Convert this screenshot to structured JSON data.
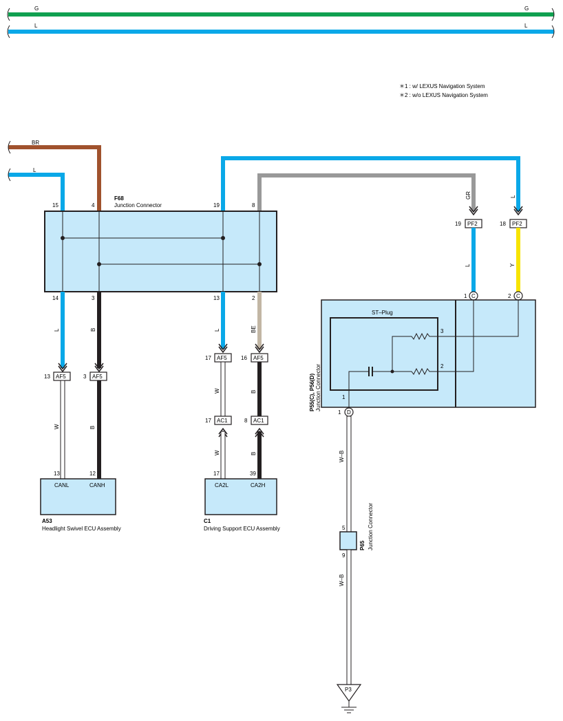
{
  "notes": {
    "note1": "＊1 : w/ LEXUS Navigation System",
    "note2": "＊2 : w/o LEXUS Navigation System"
  },
  "bus": {
    "g_left": "G",
    "g_right": "G",
    "l_left": "L",
    "l_right": "L"
  },
  "wire_labels": {
    "br": "BR",
    "l_in": "L",
    "gr": "GR",
    "l_pf2": "L",
    "l_c1": "L",
    "y_c2": "Y",
    "l_14": "L",
    "b_3": "B",
    "l_13": "L",
    "be_2": "BE",
    "w_a53": "W",
    "b_a53": "B",
    "w_c1a": "W",
    "b_c1a": "B",
    "w_c1b": "W",
    "b_c1b": "B",
    "wb_top": "W–B",
    "wb_bottom": "W–B"
  },
  "f68": {
    "code": "F68",
    "name": "Junction Connector",
    "pin_top_1": "15",
    "pin_top_2": "4",
    "pin_top_3": "19",
    "pin_top_4": "8",
    "pin_bot_1": "14",
    "pin_bot_2": "3",
    "pin_bot_3": "13",
    "pin_bot_4": "2"
  },
  "pf2": {
    "label": "PF2",
    "pin_a": "19",
    "pin_b": "18"
  },
  "af5": {
    "label": "AF5",
    "pin_a": "13",
    "pin_b": "3",
    "pin_c": "17",
    "pin_d": "16"
  },
  "ac1": {
    "label": "AC1",
    "pin_a": "17",
    "pin_b": "8"
  },
  "a53": {
    "code": "A53",
    "name": "Headlight Swivel ECU Assembly",
    "term_1": "CANL",
    "term_2": "CANH",
    "pin_1": "13",
    "pin_2": "12"
  },
  "c1": {
    "code": "C1",
    "name": "Driving Support ECU Assembly",
    "term_1": "CA2L",
    "term_2": "CA2H",
    "pin_1": "17",
    "pin_2": "39"
  },
  "p55": {
    "code": "P55(C), P56(D)",
    "name": "Junction Connector",
    "plug_label": "ST–Plug",
    "pin_c1": "1",
    "pin_c2": "2",
    "conn_c": "C",
    "conn_d": "D",
    "pin_d1": "1",
    "inner_3": "3",
    "inner_2": "2",
    "inner_1": "1"
  },
  "p65": {
    "code": "P65",
    "name": "Junction Connector",
    "pin_top": "5",
    "pin_bottom": "9"
  },
  "ground": {
    "label": "P3"
  },
  "colors": {
    "green": "#10a050",
    "blue": "#0aa8e8",
    "brown": "#a0522d",
    "gray": "#999999",
    "tan": "#c2b6a4",
    "black": "#231f20",
    "yellow": "#f7e400",
    "box_fill": "#c6e9fa"
  }
}
